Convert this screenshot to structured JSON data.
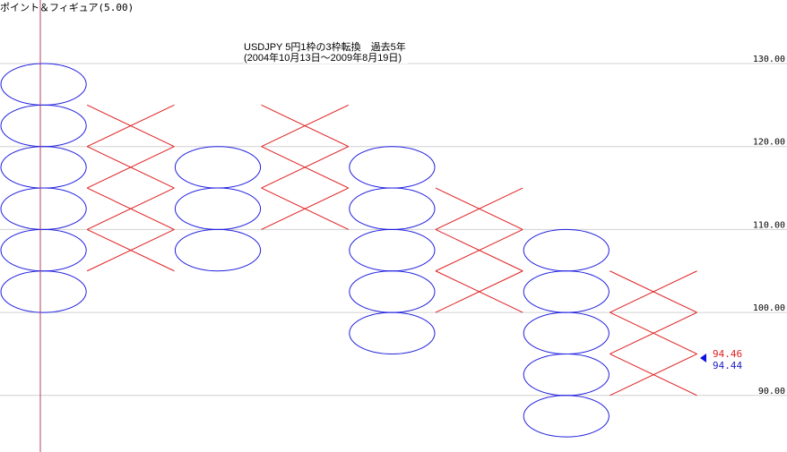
{
  "header": {
    "label": "ポイント＆フィギュア(5.00)"
  },
  "chart_data": {
    "type": "point-and-figure",
    "title_line1": "USDJPY 5円1枠の3枠転換　過去5年",
    "title_line2": "(2004年10月13日～2009年8月19日)",
    "box_size": 5,
    "reversal": 3,
    "ylim": [
      83,
      136
    ],
    "yticks": [
      130,
      120,
      110,
      100,
      90
    ],
    "ytick_labels": [
      "130.00",
      "120.00",
      "110.00",
      "100.00",
      "90.00"
    ],
    "columns": [
      {
        "type": "O",
        "top": 130,
        "bottom": 100
      },
      {
        "type": "X",
        "top": 125,
        "bottom": 105
      },
      {
        "type": "O",
        "top": 120,
        "bottom": 105
      },
      {
        "type": "X",
        "top": 125,
        "bottom": 110
      },
      {
        "type": "O",
        "top": 120,
        "bottom": 95
      },
      {
        "type": "X",
        "top": 115,
        "bottom": 100
      },
      {
        "type": "O",
        "top": 110,
        "bottom": 85
      },
      {
        "type": "X",
        "top": 105,
        "bottom": 90
      }
    ],
    "current_price_ask": "94.46",
    "current_price_bid": "94.44",
    "current_price_value": 94.45,
    "colors": {
      "O": "#2020e0",
      "X": "#e02020",
      "grid": "#d0d0d0",
      "cursor": "#b04060",
      "ask": "#e02020",
      "bid": "#2020c0"
    }
  }
}
